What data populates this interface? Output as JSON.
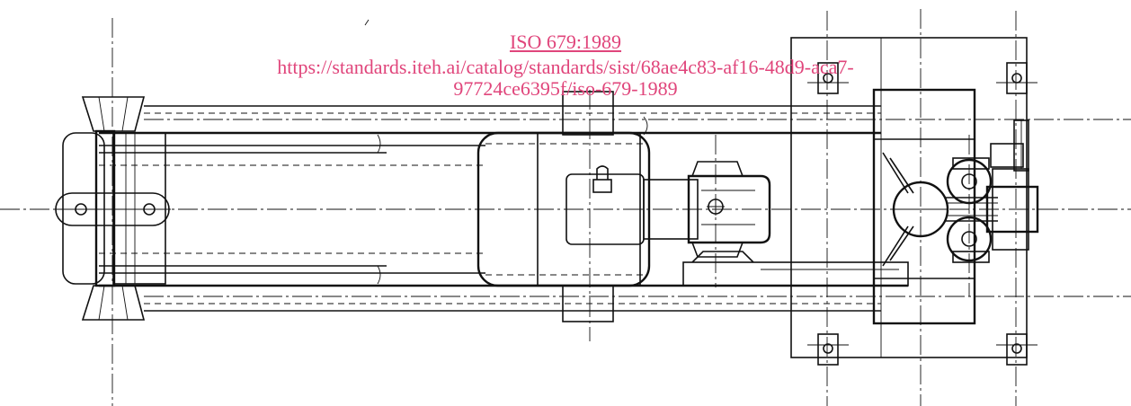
{
  "watermark": {
    "standard": "ISO 679:1989",
    "url_line1": "https://standards.iteh.ai/catalog/standards/sist/68ae4c83-af16-48d9-aca7-",
    "url_line2": "97724ce6395f/iso-679-1989",
    "color": "#e0457b"
  },
  "drawing": {
    "description_free": true,
    "line_color": "#111111",
    "background": "#ffffff",
    "components": [
      "bearing-housing-left",
      "frame-rails",
      "electric-motor",
      "motor-support-lug",
      "gearbox",
      "crank-mechanism",
      "mounting-plate",
      "anchor-bolt"
    ]
  }
}
